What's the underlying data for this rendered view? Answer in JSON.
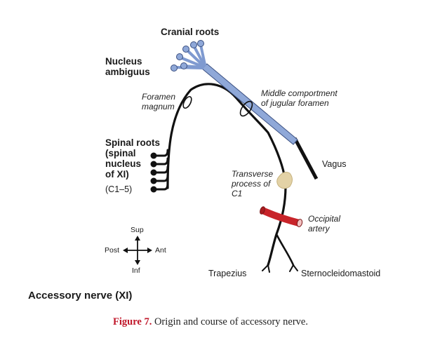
{
  "labels": {
    "cranial_roots": "Cranial roots",
    "nucleus_ambiguus": [
      "Nucleus",
      "ambiguus"
    ],
    "foramen_magnum": [
      "Foramen",
      "magnum"
    ],
    "middle_compartment": [
      "Middle comportment",
      "of jugular foramen"
    ],
    "spinal_roots": [
      "Spinal roots",
      "(spinal",
      "nucleus",
      "of XI)"
    ],
    "c1_5": "(C1–5)",
    "vagus": "Vagus",
    "transverse_process": [
      "Transverse",
      "process of",
      "C1"
    ],
    "occipital_artery": [
      "Occipital",
      "artery"
    ],
    "trapezius": "Trapezius",
    "sternocleidomastoid": "Sternocleidomastoid",
    "title": "Accessory nerve (XI)"
  },
  "orientation": {
    "sup": "Sup",
    "inf": "Inf",
    "post": "Post",
    "ant": "Ant"
  },
  "caption": {
    "figure": "Figure 7.",
    "text": " Origin and course of accessory nerve."
  },
  "colors": {
    "nerve": "#111111",
    "cranial_root": "#8fa8d8",
    "cranial_root_outline": "#3a4f80",
    "artery": "#c8242a",
    "bone": "#e3d2a6",
    "figure_label": "#c0172a"
  }
}
